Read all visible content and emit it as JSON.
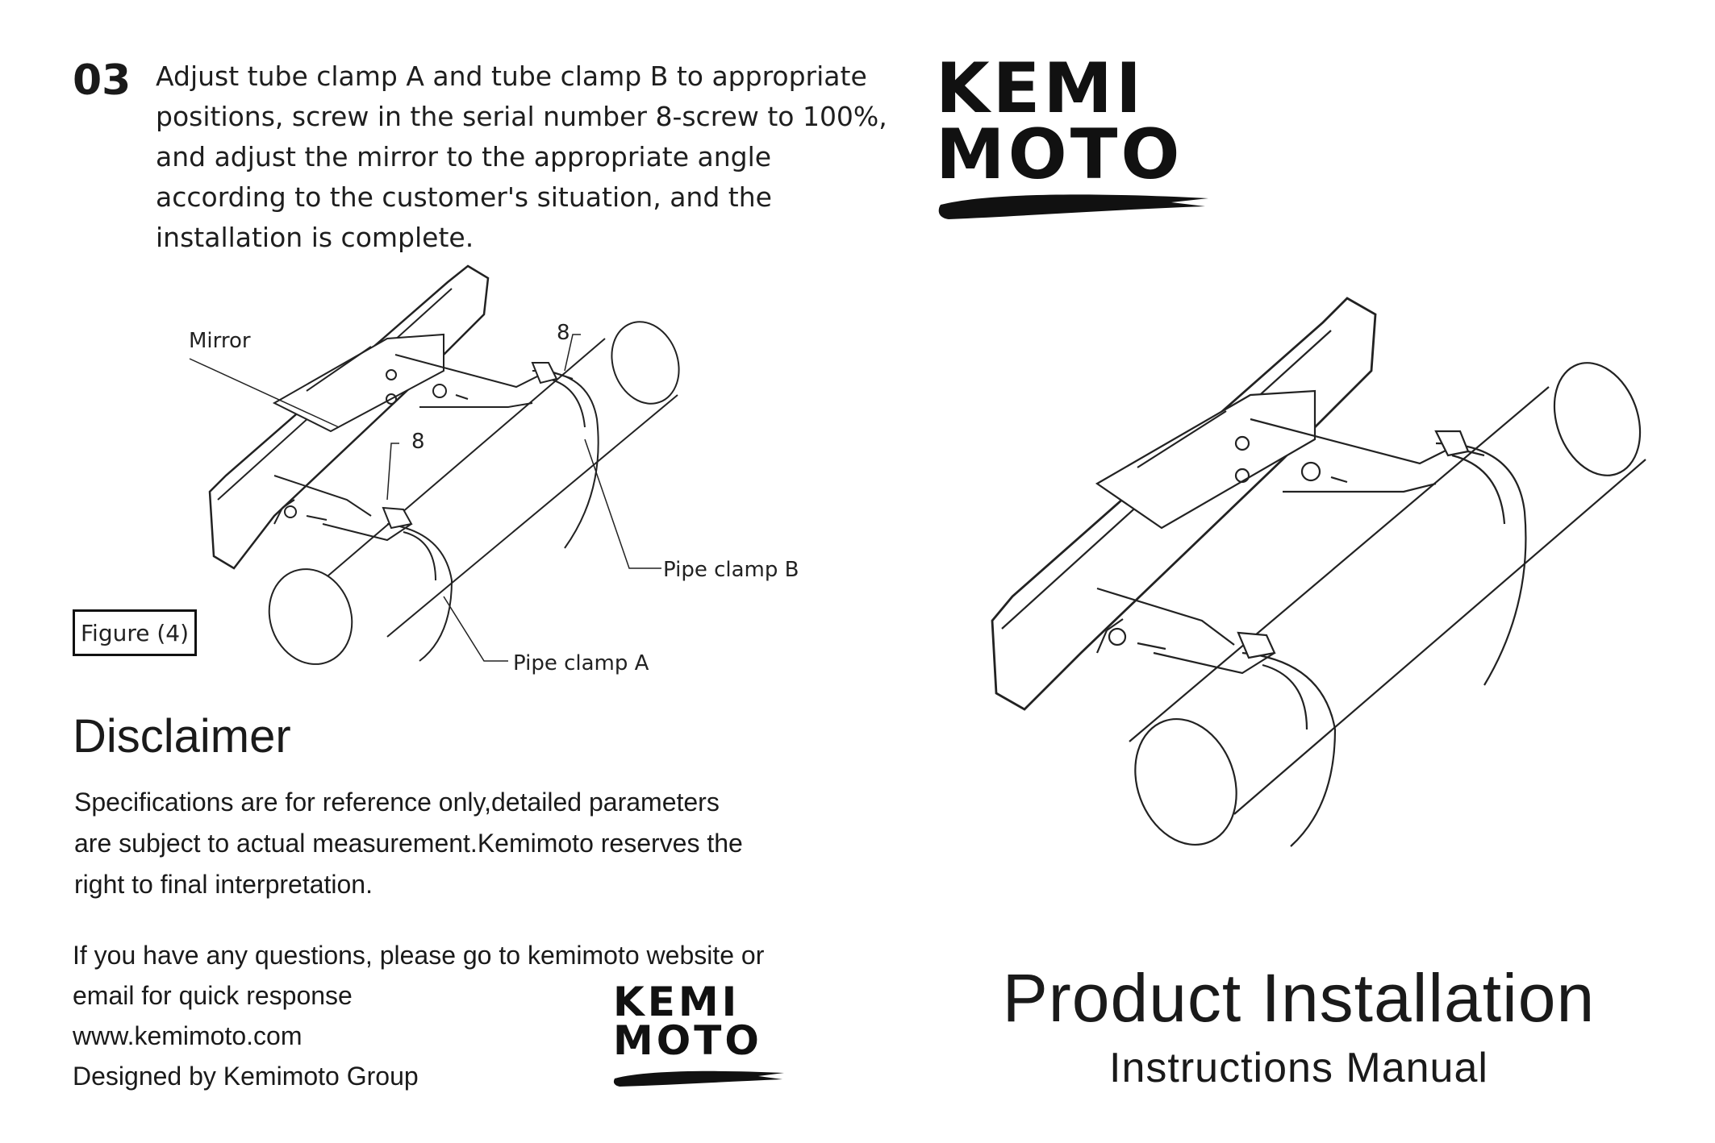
{
  "step": {
    "number": "03",
    "lines": [
      "Adjust tube clamp A and tube clamp B to appropriate",
      "positions, screw in the serial number 8-screw to 100%,",
      "and adjust the mirror to the appropriate angle",
      "according to the customer's situation, and the",
      "installation is complete."
    ]
  },
  "figure": {
    "caption": "Figure (4)",
    "labels": {
      "mirror": "Mirror",
      "screw_top": "8",
      "screw_bottom": "8",
      "pipe_clamp_b": "Pipe clamp B",
      "pipe_clamp_a": "Pipe clamp A"
    }
  },
  "disclaimer": {
    "title": "Disclaimer",
    "lines": [
      "Specifications are for reference only,detailed parameters",
      "are subject to actual measurement.Kemimoto reserves the",
      "right to final interpretation."
    ]
  },
  "contact": {
    "lines": [
      "If you have any questions, please go to kemimoto website or",
      "email for quick response",
      "www.kemimoto.com",
      "Designed by Kemimoto Group"
    ]
  },
  "logo": {
    "line1": "KEMI",
    "line2": "MOTO"
  },
  "cover": {
    "title": "Product Installation",
    "subtitle": "Instructions Manual"
  }
}
